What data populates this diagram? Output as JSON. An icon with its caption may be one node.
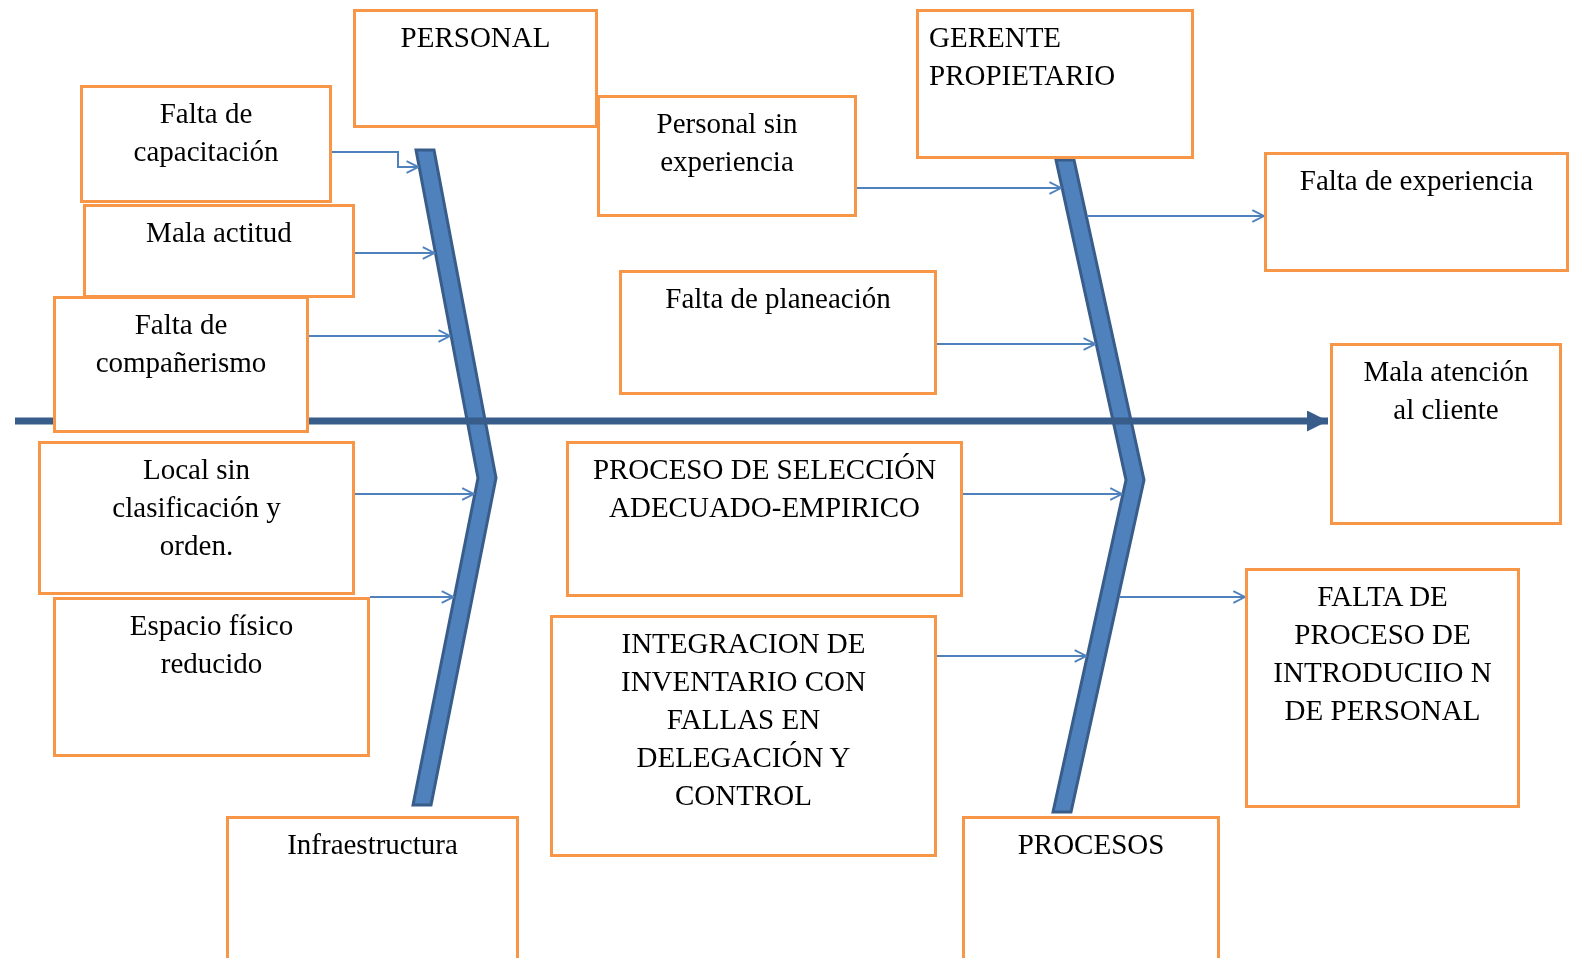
{
  "diagram": {
    "nodes": [
      {
        "text": [
          "PERSONAL"
        ]
      },
      {
        "text": [
          "GERENTE PROPIETARIO"
        ]
      },
      {
        "text": [
          "Falta de capacitación"
        ]
      },
      {
        "text": [
          "Personal sin experiencia"
        ]
      },
      {
        "text": [
          "Mala actitud"
        ]
      },
      {
        "text": [
          "Falta de experiencia"
        ]
      },
      {
        "text": [
          "Falta de compañerismo"
        ]
      },
      {
        "text": [
          "Falta de planeación"
        ]
      },
      {
        "text": [
          "Mala atención al cliente"
        ]
      },
      {
        "text": [
          "Local sin clasificación y orden."
        ]
      },
      {
        "text": [
          "PROCESO DE SELECCIÓN ADECUADO-EMPIRICO"
        ]
      },
      {
        "text": [
          "Espacio físico reducido"
        ]
      },
      {
        "text": [
          "INTEGRACION DE INVENTARIO CON FALLAS EN DELEGACIÓN Y CONTROL"
        ]
      },
      {
        "text": [
          "FALTA DE PROCESO DE INTRODUCIIO N DE PERSONAL"
        ]
      },
      {
        "text": [
          "Infraestructura"
        ]
      },
      {
        "text": [
          "PROCESOS"
        ]
      },
      {
        "text": [],
        "shape": "bar"
      },
      {
        "text": [],
        "shape": "bar"
      }
    ],
    "edges": [
      {
        "from": 2,
        "to": 16,
        "arrow": "to"
      },
      {
        "from": 3,
        "to": 17,
        "arrow": "to"
      },
      {
        "from": 17,
        "to": 5,
        "arrow": "to"
      },
      {
        "from": 4,
        "to": 16,
        "arrow": "to"
      },
      {
        "from": 6,
        "to": 16,
        "arrow": "to"
      },
      {
        "from": 7,
        "to": 17,
        "arrow": "to"
      },
      {
        "from": null,
        "to": 8,
        "arrow": "to",
        "style": "thick",
        "color": "#385d8a"
      },
      {
        "from": 9,
        "to": 16,
        "arrow": "to"
      },
      {
        "from": 10,
        "to": 17,
        "arrow": "to"
      },
      {
        "from": 11,
        "to": 16,
        "arrow": "to"
      },
      {
        "from": 17,
        "to": 13,
        "arrow": "to"
      },
      {
        "from": 12,
        "to": 17,
        "arrow": "to"
      }
    ]
  }
}
